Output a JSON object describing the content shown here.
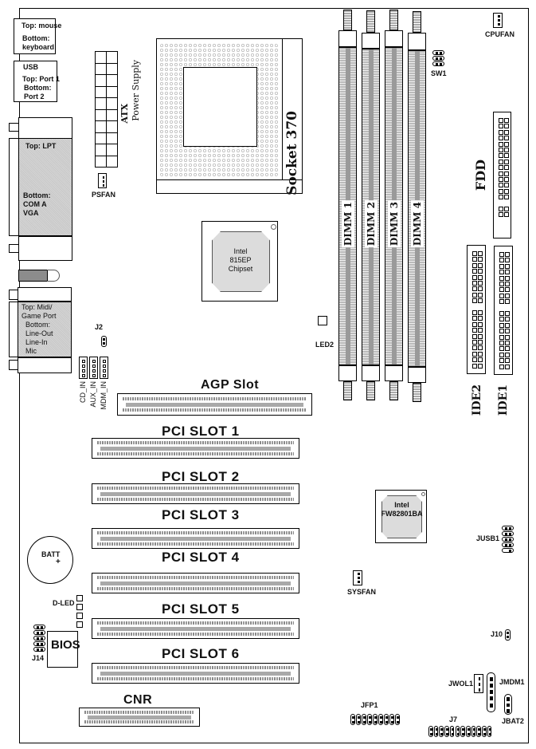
{
  "board": {
    "ps2_port": {
      "top": "Top: mouse",
      "bottom_label": "Bottom:",
      "bottom": "keyboard"
    },
    "usb_port": {
      "title": "USB",
      "top": "Top: Port 1",
      "bottom_label": "Bottom:",
      "bottom": "Port 2"
    },
    "lpt_port": {
      "top": "Top: LPT",
      "bottom_label": "Bottom:",
      "line1": "COM A",
      "line2": "VGA"
    },
    "audio_port": {
      "top1": "Top: Midi/",
      "top2": "Game Port",
      "bottom_label": "Bottom:",
      "line1": "Line-Out",
      "line2": "Line-In",
      "line3": "Mic"
    },
    "atx_power": {
      "line1": "ATX",
      "line2": "Power Supply"
    },
    "psfan": "PSFAN",
    "socket": "Socket 370",
    "cpufan": "CPUFAN",
    "sw1": "SW1",
    "fdd": "FDD",
    "dimms": [
      "DIMM 1",
      "DIMM 2",
      "DIMM 3",
      "DIMM 4"
    ],
    "northbridge": {
      "line1": "Intel",
      "line2": "815EP",
      "line3": "Chipset"
    },
    "led2": "LED2",
    "ide2": "IDE2",
    "ide1": "IDE1",
    "j2": "J2",
    "audio_headers": [
      "CD_IN",
      "AUX_IN",
      "MDM_IN"
    ],
    "agp": "AGP  Slot",
    "pci_slots": [
      "PCI SLOT 1",
      "PCI SLOT 2",
      "PCI SLOT 3",
      "PCI SLOT 4",
      "PCI SLOT 5",
      "PCI SLOT 6"
    ],
    "southbridge": {
      "line1": "Intel",
      "line2": "FW82801BA"
    },
    "jusb1": "JUSB1",
    "sysfan": "SYSFAN",
    "battery": {
      "line1": "BATT",
      "line2": "+"
    },
    "dled": "D-LED",
    "bios": "BIOS",
    "j14": "J14",
    "j10": "J10",
    "jwol1": "JWOL1",
    "jmdm1": "JMDM1",
    "jbat2": "JBAT2",
    "cnr": "CNR",
    "jfp1": "JFP1",
    "j7": "J7"
  }
}
